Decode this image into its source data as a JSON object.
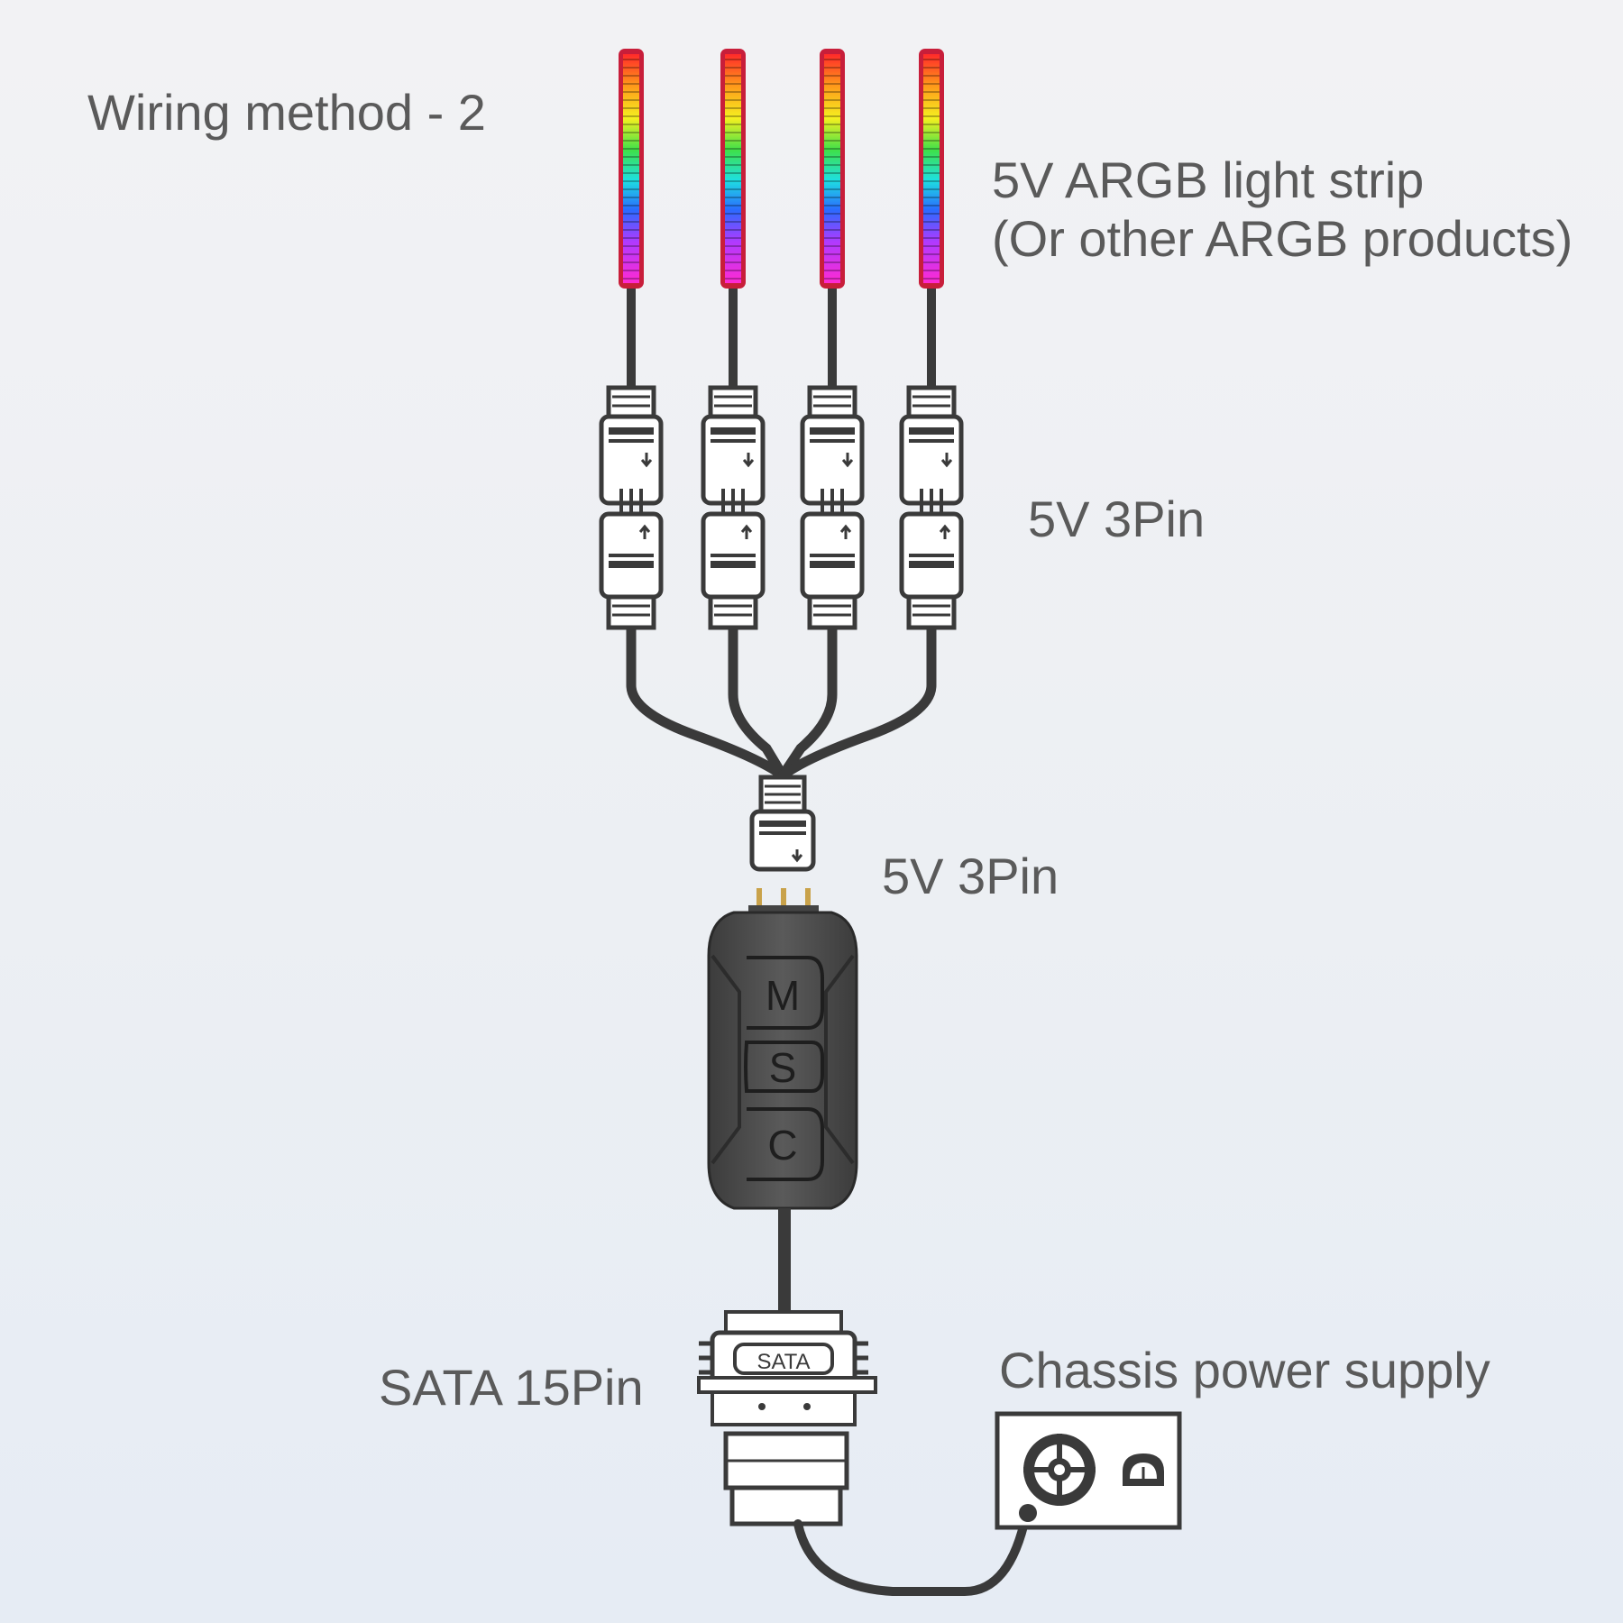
{
  "title": "Wiring method - 2",
  "labels": {
    "strip_line1": "5V ARGB light strip",
    "strip_line2": "(Or other ARGB products)",
    "pin_upper": "5V 3Pin",
    "pin_lower": "5V 3Pin",
    "sata": "SATA 15Pin",
    "psu": "Chassis power supply"
  },
  "controller": {
    "buttons": [
      "M",
      "S",
      "C"
    ]
  },
  "sata_connector_text": "SATA",
  "strip_count": 4,
  "colors": {
    "text": "#5a5a5a",
    "cable": "#3a3a3a",
    "controller_body": "#4f4f4f",
    "connector_outline": "#3a3a3a",
    "strip_gradient": [
      "#ff2a2a",
      "#ff9a1a",
      "#f5f020",
      "#3fe04a",
      "#1ee0e0",
      "#2a6bff",
      "#b03aff",
      "#ff2ad2"
    ]
  },
  "icons": {
    "power_supply": "fan-icon",
    "gauge": "gauge-icon"
  }
}
